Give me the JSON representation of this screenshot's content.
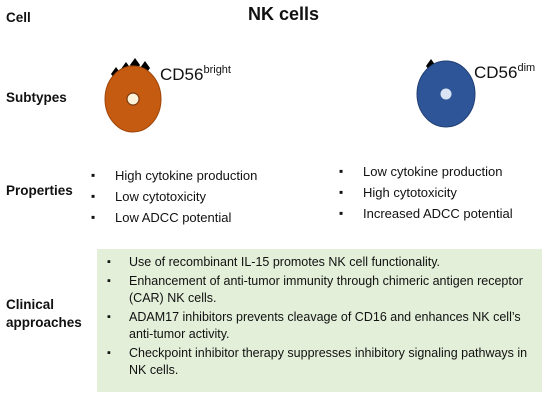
{
  "title": "NK cells",
  "rows": {
    "cell": "Cell",
    "subtypes": "Subtypes",
    "properties": "Properties",
    "clinical_line1": "Clinical",
    "clinical_line2": "approaches"
  },
  "subtypes": [
    {
      "name": "CD56",
      "sup": "bright",
      "color": "#c55a11",
      "properties": [
        "High cytokine production",
        "Low cytotoxicity",
        "Low ADCC potential"
      ]
    },
    {
      "name": "CD56",
      "sup": "dim",
      "color": "#2e5597",
      "properties": [
        "Low cytokine production",
        "High cytotoxicity",
        "Increased ADCC potential"
      ]
    }
  ],
  "clinical": [
    "Use of recombinant IL-15 promotes NK cell functionality.",
    "Enhancement of anti-tumor immunity through chimeric antigen receptor (CAR) NK cells.",
    "ADAM17 inhibitors prevents cleavage of CD16 and enhances NK cell’s anti-tumor activity.",
    "Checkpoint inhibitor therapy suppresses inhibitory signaling pathways in NK cells."
  ],
  "colors": {
    "clinical_box": "#e3efd9",
    "receptor": "#000000"
  }
}
